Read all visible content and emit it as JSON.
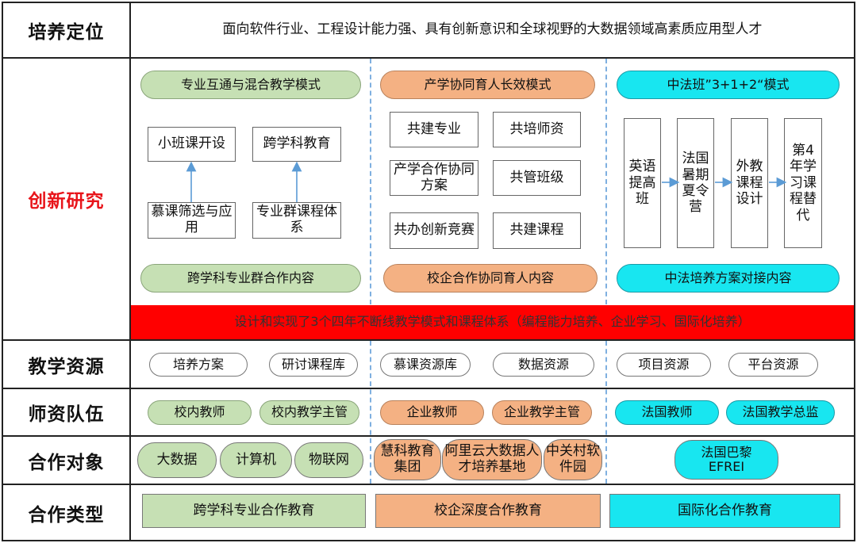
{
  "rows": {
    "positioning": {
      "label": "培养定位",
      "text": "面向软件行业、工程设计能力强、具有创新意识和全球视野的大数据领域高素质应用型人才"
    },
    "innovation": {
      "label": "创新研究",
      "col1": {
        "title": "专业互通与混合教学模式",
        "top_boxes": [
          "小班课开设",
          "跨学科教育"
        ],
        "bottom_boxes": [
          "慕课筛选与应用",
          "专业群课程体系"
        ],
        "footer": "跨学科专业群合作内容"
      },
      "col2": {
        "title": "产学协同育人长效模式",
        "boxes": [
          "共建专业",
          "共培师资",
          "产学合作协同方案",
          "共管班级",
          "共办创新竞赛",
          "共建课程"
        ],
        "footer": "校企合作协同育人内容"
      },
      "col3": {
        "title": "中法班”3+1+2“模式",
        "steps": [
          "英语提高班",
          "法国暑期夏令营",
          "外教课程设计",
          "第4年学习课程替代"
        ],
        "footer": "中法培养方案对接内容"
      },
      "banner": "设计和实现了3个四年不断线教学模式和课程体系（编程能力培养、企业学习、国际化培养）"
    },
    "resources": {
      "label": "教学资源",
      "items": [
        "培养方案",
        "研讨课程库",
        "慕课资源库",
        "数据资源",
        "项目资源",
        "平台资源"
      ]
    },
    "faculty": {
      "label": "师资队伍",
      "items": [
        "校内教师",
        "校内教学主管",
        "企业教师",
        "企业教学主管",
        "法国教师",
        "法国教学总监"
      ]
    },
    "partners": {
      "label": "合作对象",
      "items": [
        "大数据",
        "计算机",
        "物联网",
        "慧科教育集团",
        "阿里云大数据人才培养基地",
        "中关村软件园",
        "法国巴黎EFREI"
      ]
    },
    "types": {
      "label": "合作类型",
      "items": [
        "跨学科专业合作教育",
        "校企深度合作教育",
        "国际化合作教育"
      ]
    }
  },
  "colors": {
    "green": "#c6e0b4",
    "orange": "#f4b183",
    "cyan": "#18e6f0",
    "banner_red": "#ff0000",
    "label_red": "#e8141a"
  }
}
